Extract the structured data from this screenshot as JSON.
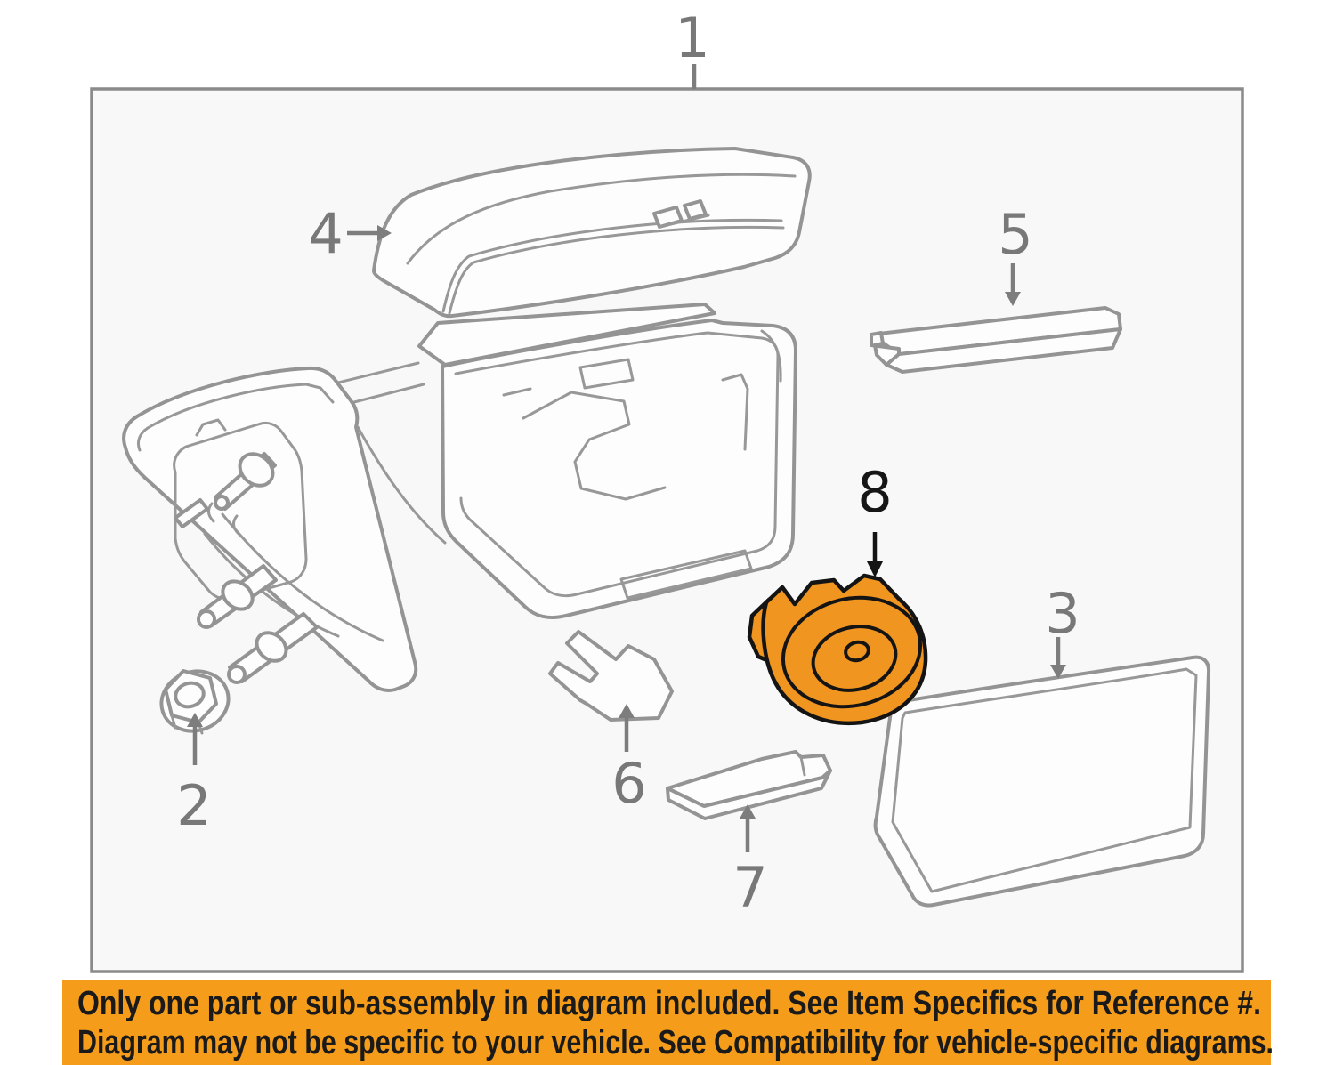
{
  "part_labels": [
    {
      "ref": "1"
    },
    {
      "ref": "2"
    },
    {
      "ref": "3"
    },
    {
      "ref": "4"
    },
    {
      "ref": "5"
    },
    {
      "ref": "6"
    },
    {
      "ref": "7"
    },
    {
      "ref": "8"
    }
  ],
  "banner": {
    "line1": "Only one part or sub-assembly in diagram included. See Item Specifics for Reference #.",
    "line2": "Diagram may not be specific to your vehicle. See Compatibility for vehicle-specific diagrams."
  },
  "colors": {
    "highlight_orange": "#F09520",
    "banner_orange": "#F59D1A",
    "line_gray": "#949494",
    "label_gray": "#787878",
    "label_black": "#161616",
    "box_fill": "#f8f8f8",
    "box_border": "#8a8a8a"
  }
}
